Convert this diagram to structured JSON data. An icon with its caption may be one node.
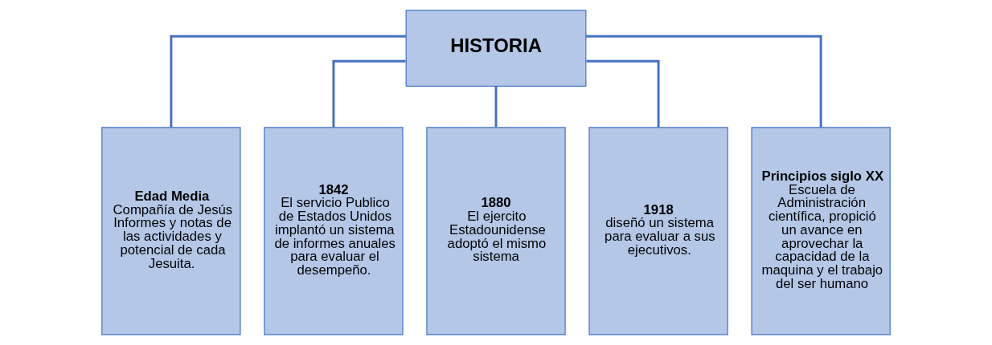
{
  "diagram": {
    "nodes": [
      {
        "text": [
          "HISTORIA"
        ]
      },
      {
        "text": [
          "Edad Media",
          "Compañía de Jesús",
          "Informes y notas de las actividades y potencial de cada Jesuita."
        ]
      },
      {
        "text": [
          "1842",
          "El servicio Publico de Estados Unidos implantó un sistema de informes anuales para evaluar el desempeño."
        ]
      },
      {
        "text": [
          "1880",
          "El ejercito Estadounidense adoptó el mismo sistema"
        ]
      },
      {
        "text": [
          "1918",
          "diseñó un sistema para evaluar a sus ejecutivos."
        ]
      },
      {
        "text": [
          "Principios siglo XX",
          "Escuela de Administración científica, propició un avance en aprovechar la capacidad de la maquina y el trabajo del ser humano"
        ]
      }
    ],
    "edges": [
      {
        "from": 0,
        "to": 1,
        "arrow": "none"
      },
      {
        "from": 0,
        "to": 2,
        "arrow": "none"
      },
      {
        "from": 0,
        "to": 3,
        "arrow": "none"
      },
      {
        "from": 0,
        "to": 4,
        "arrow": "none"
      },
      {
        "from": 0,
        "to": 5,
        "arrow": "none"
      }
    ]
  }
}
